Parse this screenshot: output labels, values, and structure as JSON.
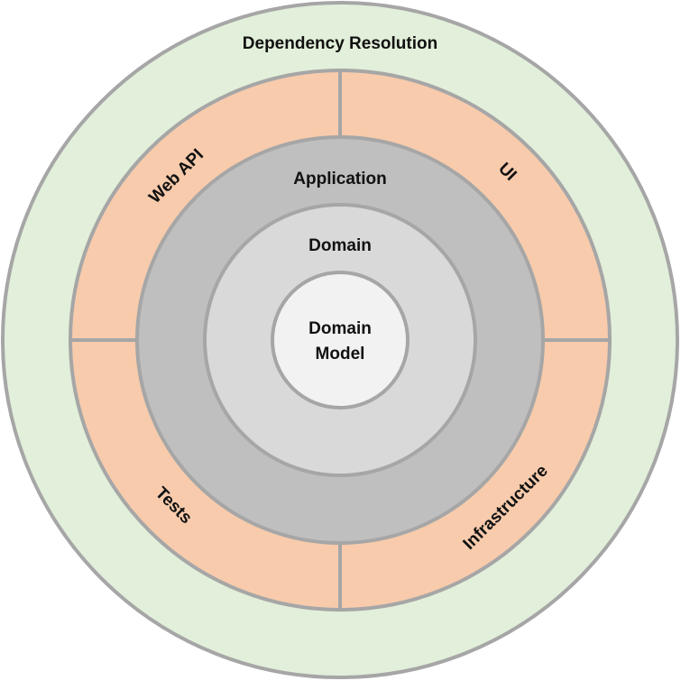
{
  "diagram": {
    "outer_ring": {
      "label": "Dependency Resolution",
      "color": "#e2efda"
    },
    "quadrants": {
      "color": "#f7cbac",
      "top_left": "Web API",
      "top_right": "UI",
      "bottom_left": "Tests",
      "bottom_right": "Infrastructure"
    },
    "application": {
      "label": "Application",
      "color": "#bfbfbf"
    },
    "domain": {
      "label": "Domain",
      "color": "#d9d9d9"
    },
    "domain_model": {
      "line1": "Domain",
      "line2": "Model",
      "color": "#f2f2f2"
    },
    "stroke_color": "#a6a6a6"
  }
}
